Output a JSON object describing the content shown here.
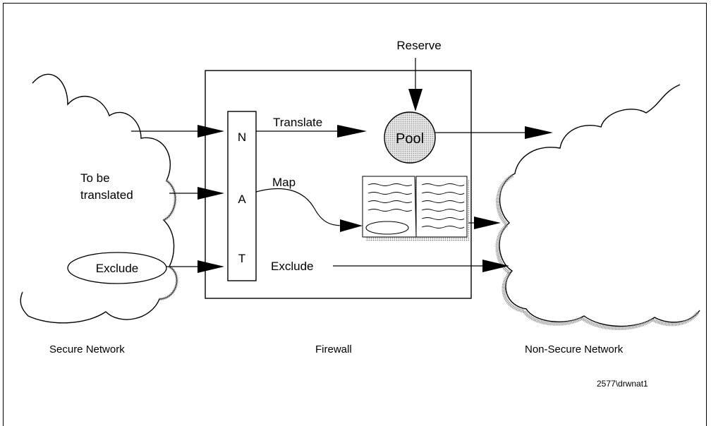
{
  "diagram": {
    "reserve_label": "Reserve",
    "pool_label": "Pool",
    "nat_letters": [
      "N",
      "A",
      "T"
    ],
    "translate_label": "Translate",
    "map_label": "Map",
    "exclude_right_label": "Exclude",
    "exclude_left_label": "Exclude",
    "to_be_label_line1": "To be",
    "to_be_label_line2": "translated",
    "secure_network_label": "Secure Network",
    "firewall_label": "Firewall",
    "non_secure_network_label": "Non-Secure Network",
    "figure_id": "2577\\drwnat1"
  }
}
